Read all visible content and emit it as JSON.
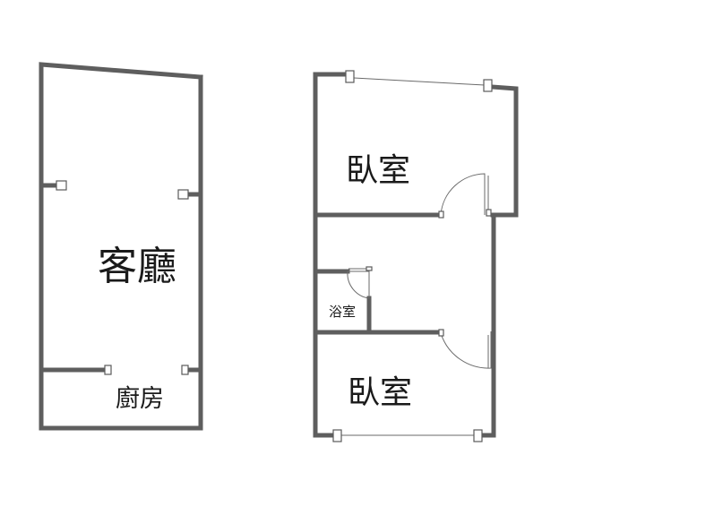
{
  "rooms": {
    "living_room": "客廳",
    "kitchen": "廚房",
    "bedroom_top": "臥室",
    "bedroom_bottom": "臥室",
    "bathroom": "浴室"
  },
  "colors": {
    "wall": "#5e5e5e",
    "background": "#ffffff",
    "label": "#1a1a1a"
  }
}
